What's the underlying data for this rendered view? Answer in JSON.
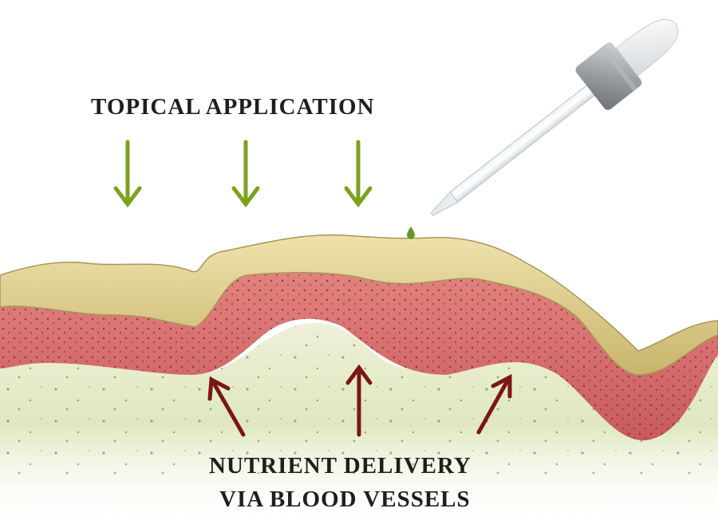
{
  "labels": {
    "topical": "TOPICAL APPLICATION",
    "nutrient_line1": "NUTRIENT DELIVERY",
    "nutrient_line2": "VIA BLOOD VESSELS"
  },
  "colors": {
    "topical_arrow": "#7aa21c",
    "nutrient_arrow": "#7a1616",
    "stratum_corneum": "#d8c98a",
    "epidermis": "#d2676a",
    "dermis": "#e2e8c8",
    "droplet": "#5f9a2a"
  },
  "icons": {
    "dropper": "dropper-icon",
    "droplet": "droplet-icon"
  }
}
